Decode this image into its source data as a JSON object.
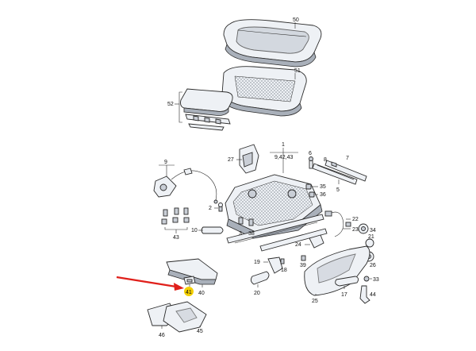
{
  "diagram": {
    "labels": {
      "l50": "50",
      "l51": "51",
      "l52": "52",
      "l1": "1",
      "l942": "9,42,43",
      "l27": "27",
      "l9": "9",
      "l6": "6",
      "l8": "8",
      "l7": "7",
      "l35": "35",
      "l36": "36",
      "l5": "5",
      "l2": "2",
      "l22": "22",
      "l23": "23",
      "l34": "34",
      "l43": "43",
      "l3": "3",
      "l38": "38",
      "l10": "10",
      "l24": "24",
      "l21": "21",
      "l26": "26",
      "l39": "39",
      "l19": "19",
      "l18": "18",
      "l20": "20",
      "l17": "17",
      "l33": "33",
      "l44": "44",
      "l40": "40",
      "l41": "41",
      "l25": "25",
      "l46": "46",
      "l45": "45"
    },
    "colors": {
      "arrow": "#e0201b",
      "highlight": "#f4d000",
      "line": "#2a2a2a",
      "part_fill": "#eef1f5"
    }
  }
}
